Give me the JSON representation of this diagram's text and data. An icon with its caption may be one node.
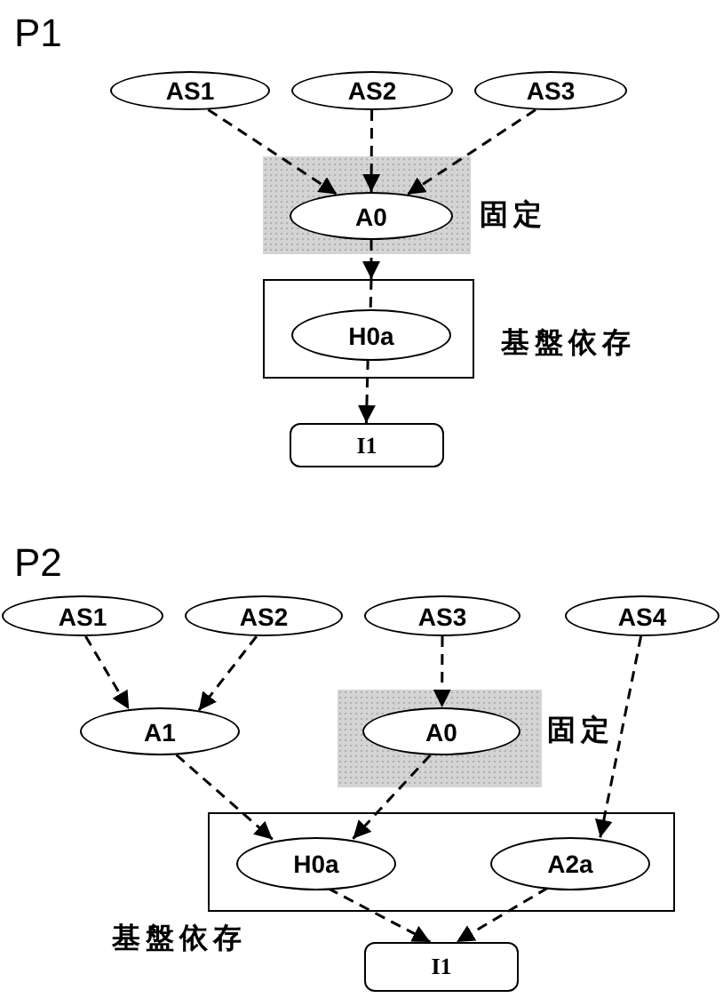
{
  "diagram": {
    "nodes": [
      {
        "text": [
          "AS1"
        ]
      },
      {
        "text": [
          "AS2"
        ]
      },
      {
        "text": [
          "AS3"
        ]
      },
      {
        "text": [],
        "shape": "box",
        "beside": [
          "固定"
        ]
      },
      {
        "text": [
          "A0"
        ],
        "in": 3
      },
      {
        "text": [],
        "shape": "box",
        "beside": [
          "基盤依存"
        ]
      },
      {
        "text": [
          "H0a"
        ],
        "in": 5
      },
      {
        "text": [
          "I1"
        ]
      },
      {
        "text": [
          "AS1"
        ]
      },
      {
        "text": [
          "AS2"
        ]
      },
      {
        "text": [
          "AS3"
        ]
      },
      {
        "text": [
          "AS4"
        ]
      },
      {
        "text": [
          "A1"
        ]
      },
      {
        "text": [],
        "shape": "box",
        "beside": [
          "固定"
        ]
      },
      {
        "text": [
          "A0"
        ],
        "in": 13
      },
      {
        "text": [],
        "shape": "box",
        "beside": [
          "基盤依存"
        ]
      },
      {
        "text": [
          "H0a"
        ],
        "in": 15
      },
      {
        "text": [
          "A2a"
        ],
        "in": 15
      },
      {
        "text": [
          "I1"
        ]
      }
    ],
    "edges": [
      {
        "from": 0,
        "to": 4,
        "arrow": "to"
      },
      {
        "from": 1,
        "to": 4,
        "arrow": "to"
      },
      {
        "from": 2,
        "to": 4,
        "arrow": "to"
      },
      {
        "from": 4,
        "to": 5,
        "arrow": "to"
      },
      {
        "from": 5,
        "to": 6,
        "arrow": "none"
      },
      {
        "from": 6,
        "to": 7,
        "arrow": "to"
      },
      {
        "from": 8,
        "to": 12,
        "arrow": "to"
      },
      {
        "from": 9,
        "to": 12,
        "arrow": "to"
      },
      {
        "from": 10,
        "to": 14,
        "arrow": "to"
      },
      {
        "from": 11,
        "to": 17,
        "arrow": "to"
      },
      {
        "from": 12,
        "to": 16,
        "arrow": "to"
      },
      {
        "from": 14,
        "to": 16,
        "arrow": "to"
      },
      {
        "from": 16,
        "to": 18,
        "arrow": "to"
      },
      {
        "from": 17,
        "to": 18,
        "arrow": "to"
      }
    ],
    "labels": [
      "P1",
      "P2"
    ]
  }
}
